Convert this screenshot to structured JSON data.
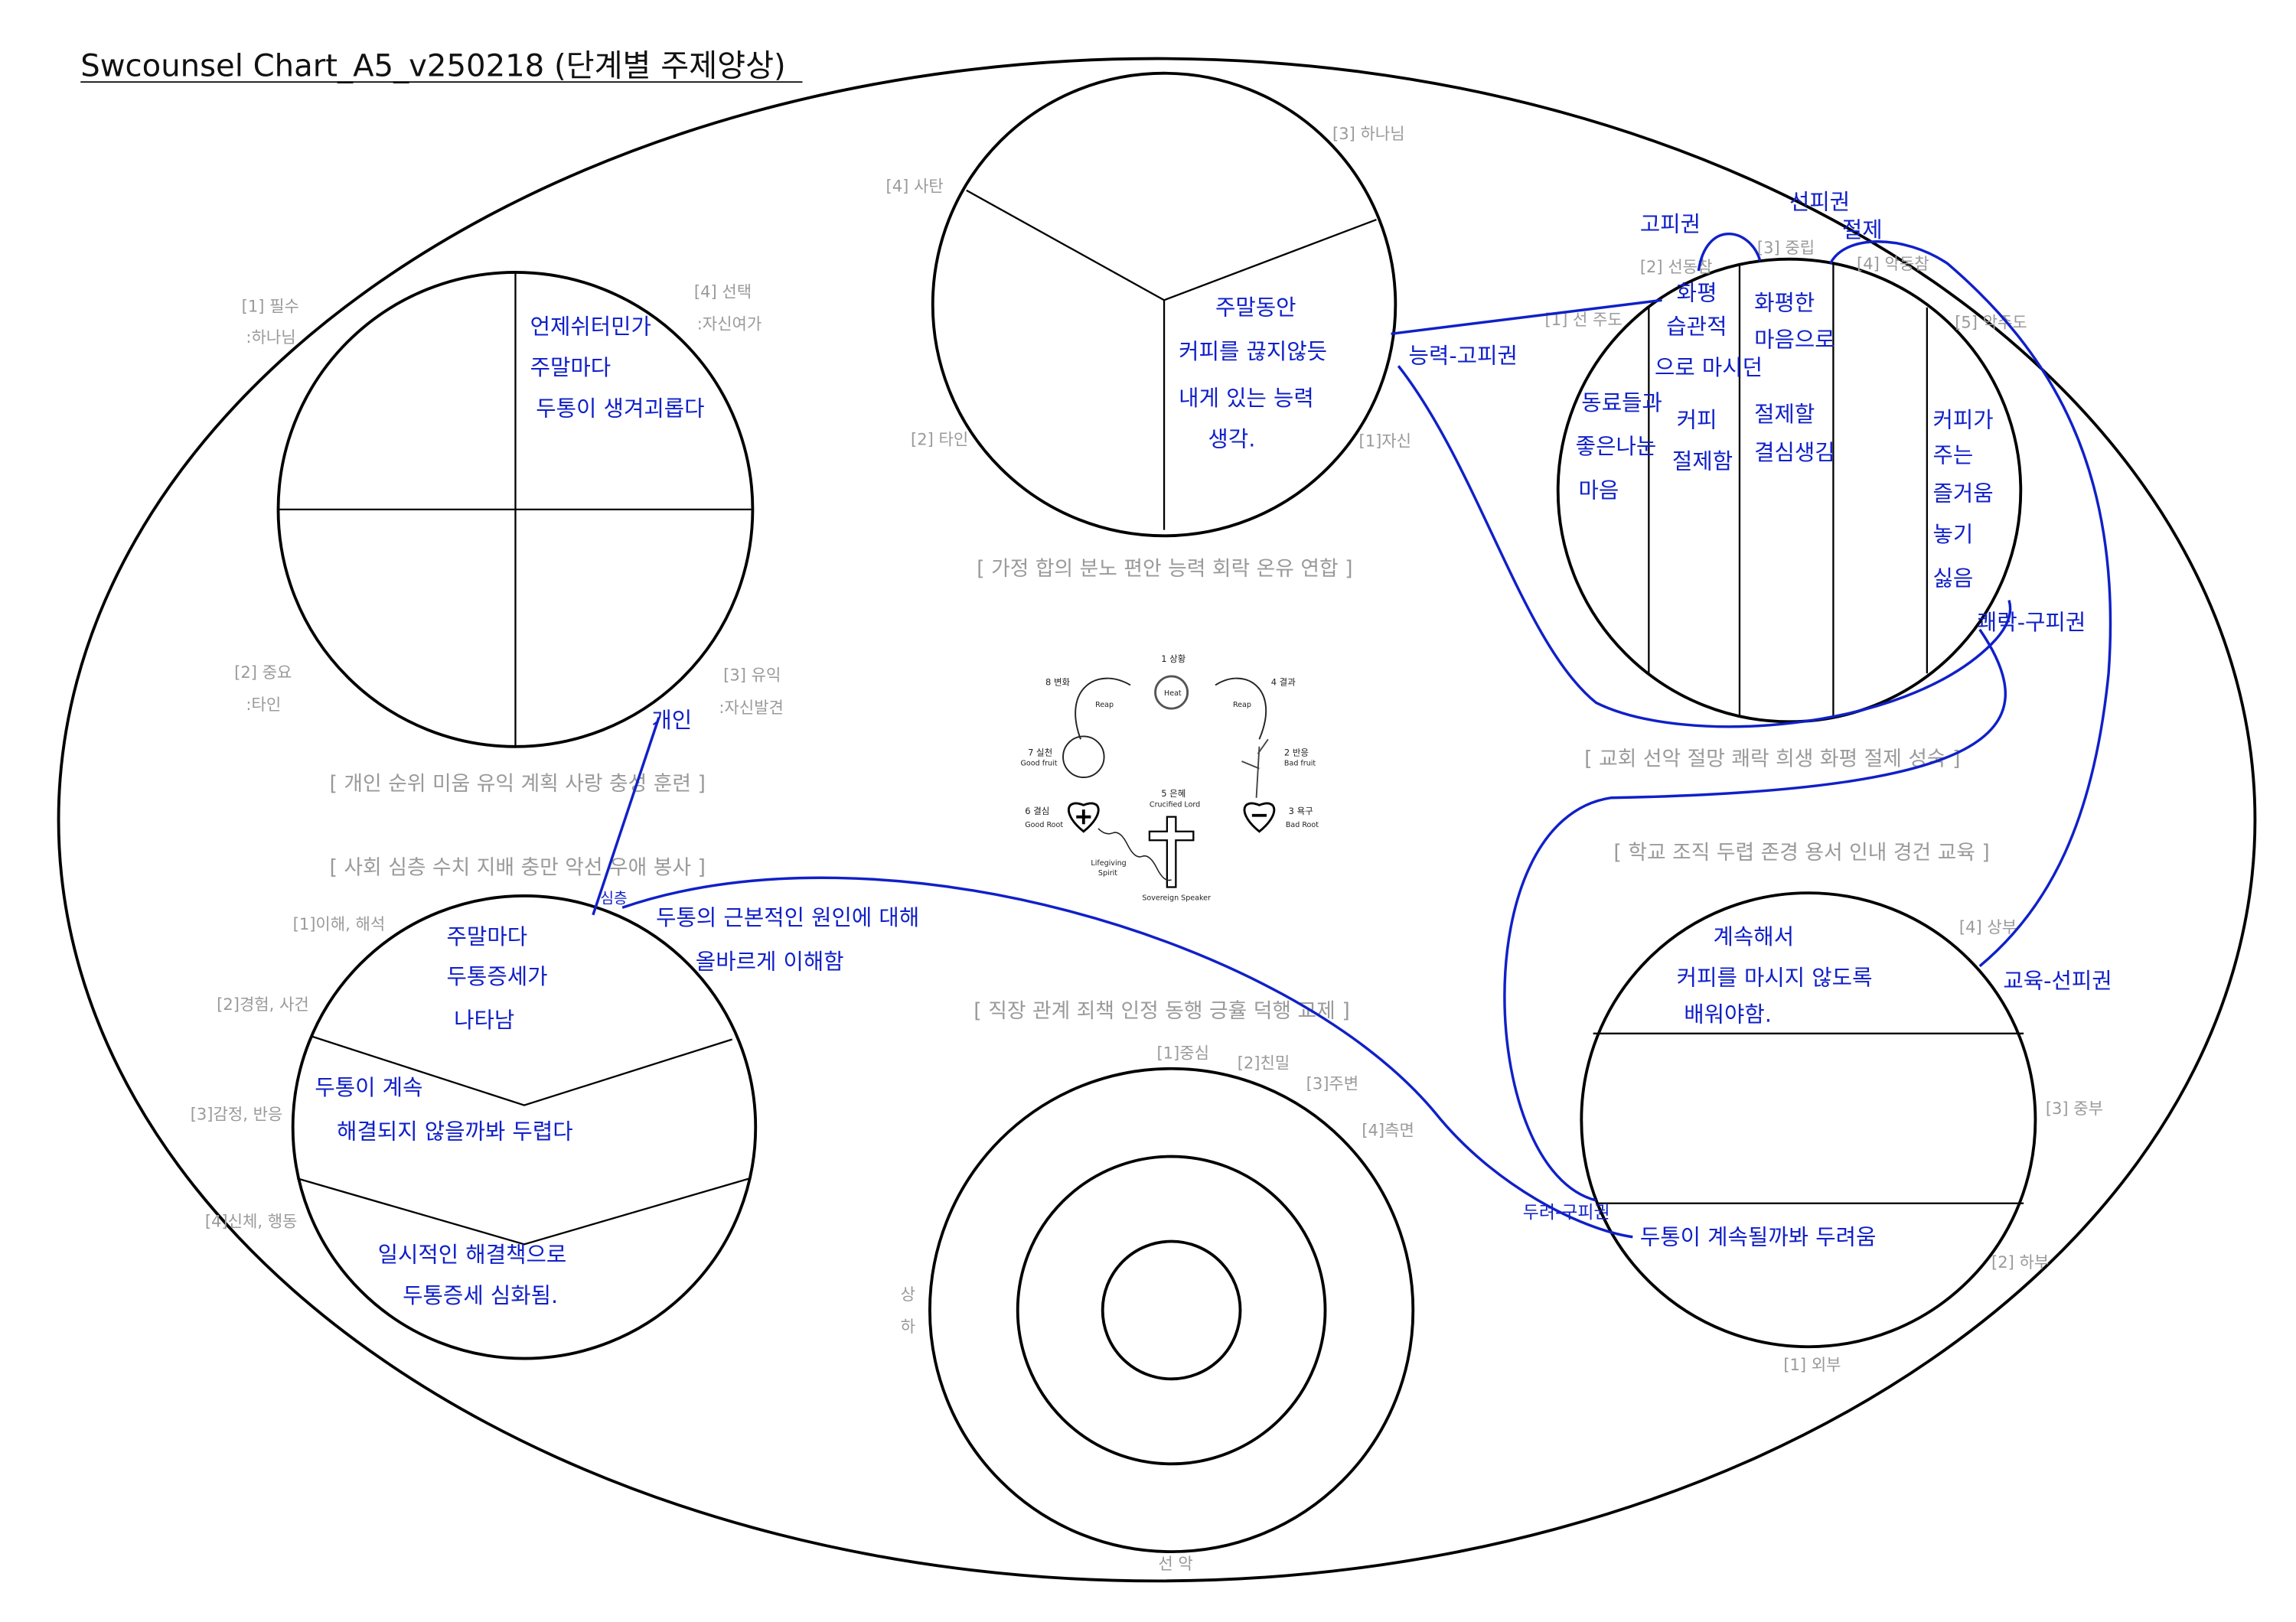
{
  "title": "Swcounsel Chart_A5_v250218 (단계별 주제양상)",
  "circle_self": {
    "labels": [
      "[1] 필수",
      ":하나님",
      "[4] 선택",
      ":자신여가",
      "[2] 중요",
      ":타인",
      "[3] 유익",
      ":자신발견"
    ],
    "caption": "[ 개인 순위  미움 유익  계획 사랑 충성 훈련 ]",
    "notes": [
      "언제쉬터민가",
      "주말마다",
      "두통이 생겨괴롭다"
    ],
    "pen_label": "개인"
  },
  "circle_family": {
    "labels": [
      "[4] 사탄",
      "[3] 하나님",
      "[2] 타인",
      "[1]자신"
    ],
    "caption": "[ 가정 합의  분노 편안 능력 회락 온유 연합 ]",
    "notes": [
      "주말동안",
      "커피를 끊지않듯",
      "내게 있는 능력",
      "생각."
    ],
    "pen_label": "능력-고피권"
  },
  "circle_church": {
    "labels": [
      "[1] 선 주도",
      "[2] 선동참",
      "[3] 중립",
      "[4] 악동참",
      "[5] 악주도"
    ],
    "caption": "[ 교회 선악  절망 쾌락 희생 화평 절제 성숙 ]",
    "notes": [
      "동료들과",
      "좋은나눈",
      "마음",
      "습관적",
      "으로 마시던",
      "커피",
      "절제함",
      "화평한",
      "마음으로",
      "절제할",
      "결심생김",
      "커피가",
      "주는",
      "즐거움",
      "놓기",
      "싫음"
    ],
    "pen_labels": [
      "고피권",
      "화평",
      "선피권",
      "절제",
      "쾌락-구피권"
    ]
  },
  "circle_society": {
    "caption": "[ 사회 심층  수치 지배  충만 악선 우애 봉사 ]",
    "labels": [
      "[1]이해, 해석",
      "[2]경험, 사건",
      "[3]감정, 반응",
      "[4]신체, 행동"
    ],
    "notes": [
      "주말마다",
      "두통증세가",
      "나타남",
      "두통이 계속",
      "해결되지 않을까봐 두렵다",
      "일시적인 해결책으로",
      "두통증세 심화됨."
    ],
    "pen_labels": [
      "심층",
      "두통의 근본적인 원인에 대해",
      "올바르게 이해함"
    ]
  },
  "circle_school": {
    "caption": "[ 학교 조직 두렵 존경 용서 인내 경건 교육 ]",
    "labels": [
      "[4] 상부",
      "[3] 중부",
      "[2] 하부",
      "[1] 외부"
    ],
    "notes": [
      "계속해서",
      "커피를 마시지 않도록",
      "배워야함.",
      "두통이 계속될까봐 두려움"
    ],
    "pen_labels": [
      "교육-선피권",
      "두려-구피권"
    ]
  },
  "circle_work": {
    "caption": "[ 직장 관계  죄책 인정 동행 긍휼 덕행 교제 ]",
    "labels": [
      "[1]중심",
      "[2]친밀",
      "[3]주변",
      "[4]측면",
      "상",
      "하",
      "선 악"
    ]
  },
  "cycle": {
    "steps": [
      "1 상황",
      "Heat",
      "8 변화",
      "Reap",
      "4 결과",
      "Reap",
      "7 실천",
      "Good fruit",
      "2 반응",
      "Bad fruit",
      "6 결심",
      "Good Root",
      "5 은혜",
      "Crucified Lord",
      "3 욕구",
      "Bad Root",
      "Lifegiving",
      "Spirit",
      "Sovereign Speaker"
    ]
  },
  "colors": {
    "pen": "#1020c8",
    "label": "#9a9a9a"
  }
}
